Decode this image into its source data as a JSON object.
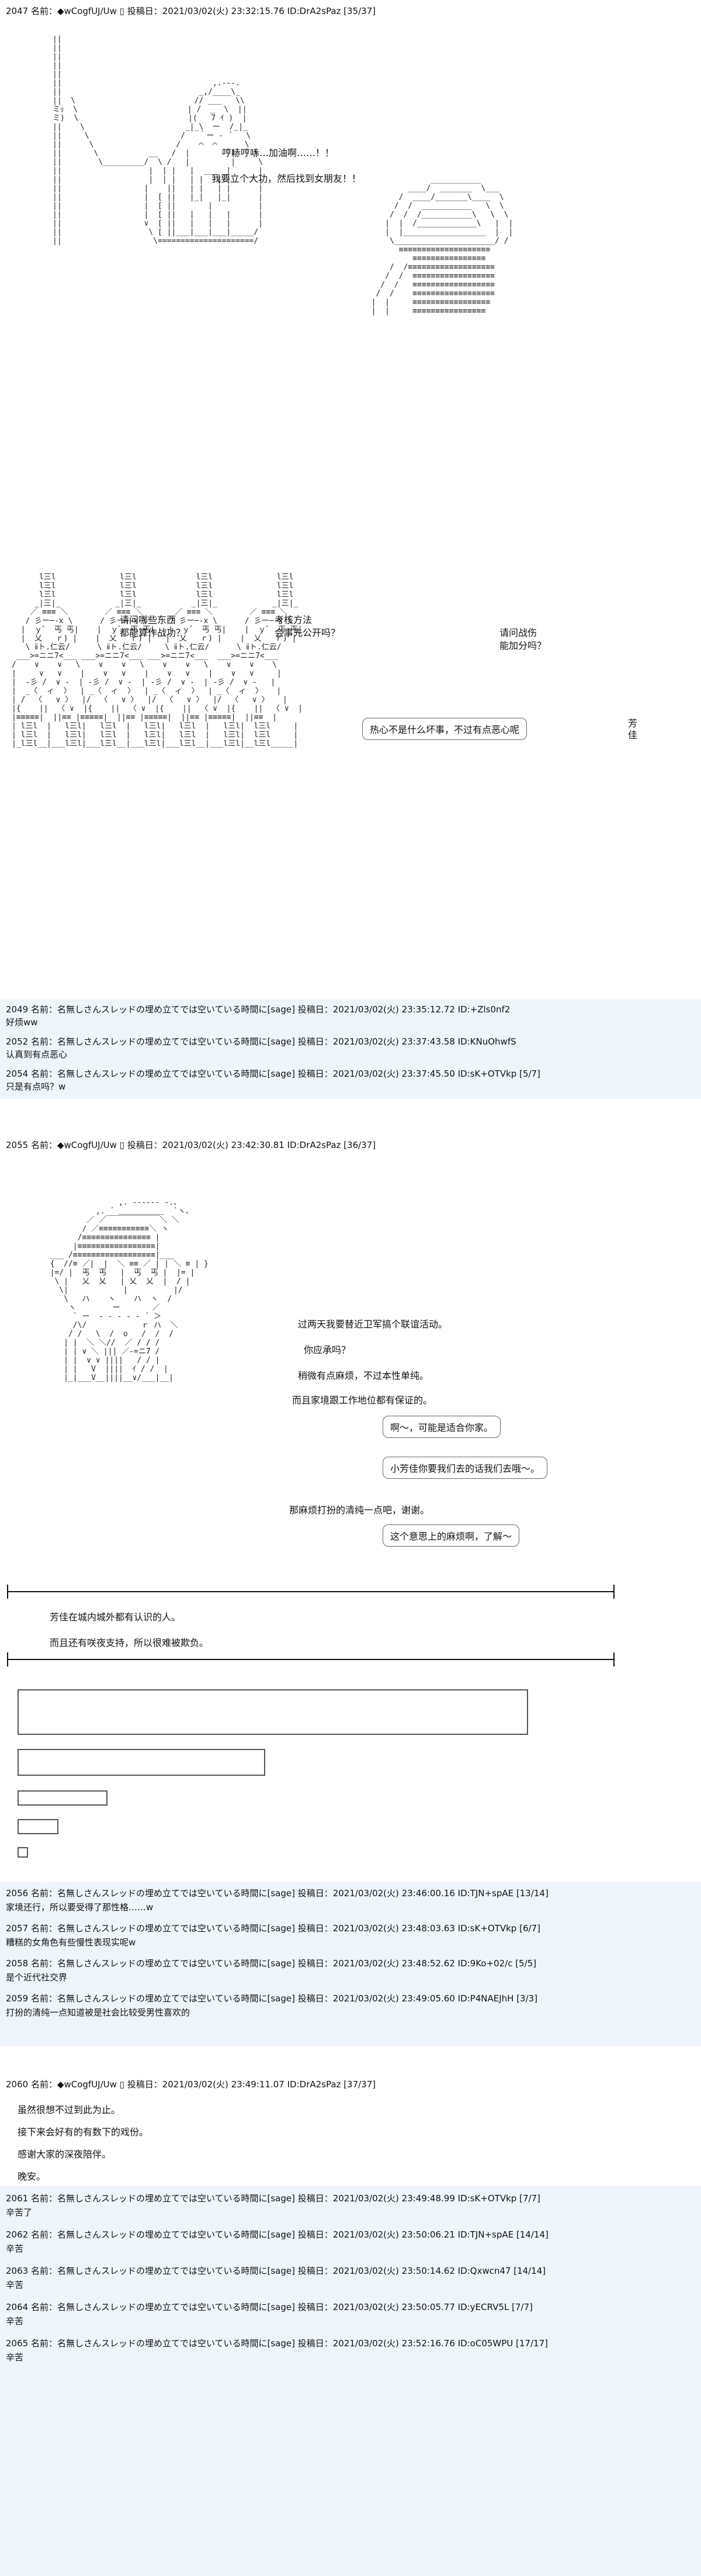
{
  "posts": {
    "p2047": {
      "header": "2047 名前：◆wCogfUJ/Uw ▯ 投稿日：2021/03/02(火) 23:32:15.76 ID:DrA2sPaz [35/37]",
      "lines": {
        "l1": "哼哧哼哧…加油啊……！！",
        "l2": "我要立个大功，然后找到女朋友！！",
        "q1": "请问哪些东西\n都能算作战功？",
        "q2": "考核方法\n会事先公开吗？",
        "q3": "请问战伤\n能加分吗？",
        "reply": "热心不是什么坏事，不过有点恶心呢",
        "speaker": "芳\n佳"
      }
    },
    "p2049": {
      "header": "2049 名前：名無しさんスレッドの埋め立てでは空いている時間に[sage] 投稿日：2021/03/02(火) 23:35:12.72 ID:+Zls0nf2",
      "text": "好烦ww"
    },
    "p2052": {
      "header": "2052 名前：名無しさんスレッドの埋め立てでは空いている時間に[sage] 投稿日：2021/03/02(火) 23:37:43.58 ID:KNuOhwfS",
      "text": "认真到有点恶心"
    },
    "p2054": {
      "header": "2054 名前：名無しさんスレッドの埋め立てでは空いている時間に[sage] 投稿日：2021/03/02(火) 23:37:45.50 ID:sK+OTVkp [5/7]",
      "text": "只是有点吗？w"
    },
    "p2055": {
      "header": "2055 名前：◆wCogfUJ/Uw ▯ 投稿日：2021/03/02(火) 23:42:30.81 ID:DrA2sPaz [36/37]",
      "lines": {
        "l1": "过两天我要替近卫军搞个联谊活动。",
        "l2": "你应承吗？",
        "l3": "稍微有点麻烦，不过本性单纯。",
        "l4": "而且家境跟工作地位都有保证的。",
        "b1": "啊～，可能是适合你家。",
        "b2": "小芳佳你要我们去的话我们去哦～。",
        "l5": "那麻烦打扮的清纯一点吧，谢谢。",
        "b3": "这个意思上的麻烦啊，了解～",
        "n1": "芳佳在城内城外都有认识的人。",
        "n2": "而且还有咲夜支持，所以很难被欺负。"
      }
    },
    "p2056": {
      "header": "2056 名前：名無しさんスレッドの埋め立てでは空いている時間に[sage] 投稿日：2021/03/02(火) 23:46:00.16 ID:TJN+spAE [13/14]",
      "text": "家境还行，所以要受得了那性格……w"
    },
    "p2057": {
      "header": "2057 名前：名無しさんスレッドの埋め立てでは空いている時間に[sage] 投稿日：2021/03/02(火) 23:48:03.63 ID:sK+OTVkp [6/7]",
      "text": "糟糕的女角色有些慢性表现实呢w"
    },
    "p2058": {
      "header": "2058 名前：名無しさんスレッドの埋め立てでは空いている時間に[sage] 投稿日：2021/03/02(火) 23:48:52.62 ID:9Ko+02/c [5/5]",
      "text": "是个近代社交界"
    },
    "p2059": {
      "header": "2059 名前：名無しさんスレッドの埋め立てでは空いている時間に[sage] 投稿日：2021/03/02(火) 23:49:05.60 ID:P4NAEJhH [3/3]",
      "text": "打扮的清纯一点知道被是社会比较受男性喜欢的"
    },
    "p2060": {
      "header": "2060 名前：◆wCogfUJ/Uw ▯ 投稿日：2021/03/02(火) 23:49:11.07 ID:DrA2sPaz [37/37]",
      "lines": [
        "虽然很想不过到此为止。",
        "接下来会好有的有数下的戏份。",
        "感谢大家的深夜陪伴。",
        "晚安。"
      ]
    },
    "p2061": {
      "header": "2061 名前：名無しさんスレッドの埋め立てでは空いている時間に[sage] 投稿日：2021/03/02(火) 23:49:48.99 ID:sK+OTVkp [7/7]",
      "text": "辛苦了"
    },
    "p2062": {
      "header": "2062 名前：名無しさんスレッドの埋め立てでは空いている時間に[sage] 投稿日：2021/03/02(火) 23:50:06.21 ID:TJN+spAE [14/14]",
      "text": "辛苦"
    },
    "p2063": {
      "header": "2063 名前：名無しさんスレッドの埋め立てでは空いている時間に[sage] 投稿日：2021/03/02(火) 23:50:14.62 ID:Qxwcn47 [14/14]",
      "text": "辛苦"
    },
    "p2064": {
      "header": "2064 名前：名無しさんスレッドの埋め立てでは空いている時間に[sage] 投稿日：2021/03/02(火) 23:50:05.77 ID:yECRV5L [7/7]",
      "text": "辛苦"
    },
    "p2065": {
      "header": "2065 名前：名無しさんスレッドの埋め立てでは空いている時間に[sage] 投稿日：2021/03/02(火) 23:52:16.76 ID:oC05WPU [17/17]",
      "text": "辛苦"
    }
  }
}
